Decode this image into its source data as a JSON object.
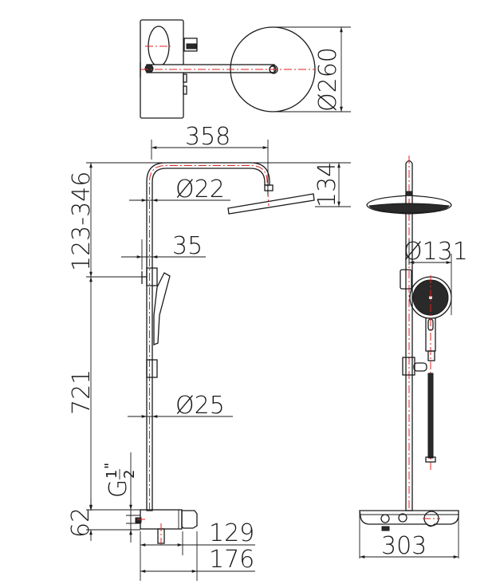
{
  "drawing": {
    "title": "Shower system technical drawing",
    "views": [
      "top-view",
      "side-view",
      "front-view"
    ],
    "colors": {
      "line": "#1a1a1a",
      "centerline": "#e02020",
      "background": "#ffffff"
    },
    "dimensions": {
      "showerhead_diameter": "Ø260",
      "arm_reach": "358",
      "head_drop": "134",
      "arm_pipe_diameter": "Ø22",
      "height_adjust": "123-346",
      "wall_offset": "35",
      "rail_height": "721",
      "rail_pipe_diameter": "Ø25",
      "inlet_thread": "G",
      "inlet_thread_fraction_num": "1",
      "inlet_thread_fraction_den": "2",
      "inlet_thread_inch": "\"",
      "valve_height": "62",
      "valve_depth": "129",
      "valve_total_depth": "176",
      "handshower_diameter": "Ø131",
      "valve_width": "303"
    }
  }
}
